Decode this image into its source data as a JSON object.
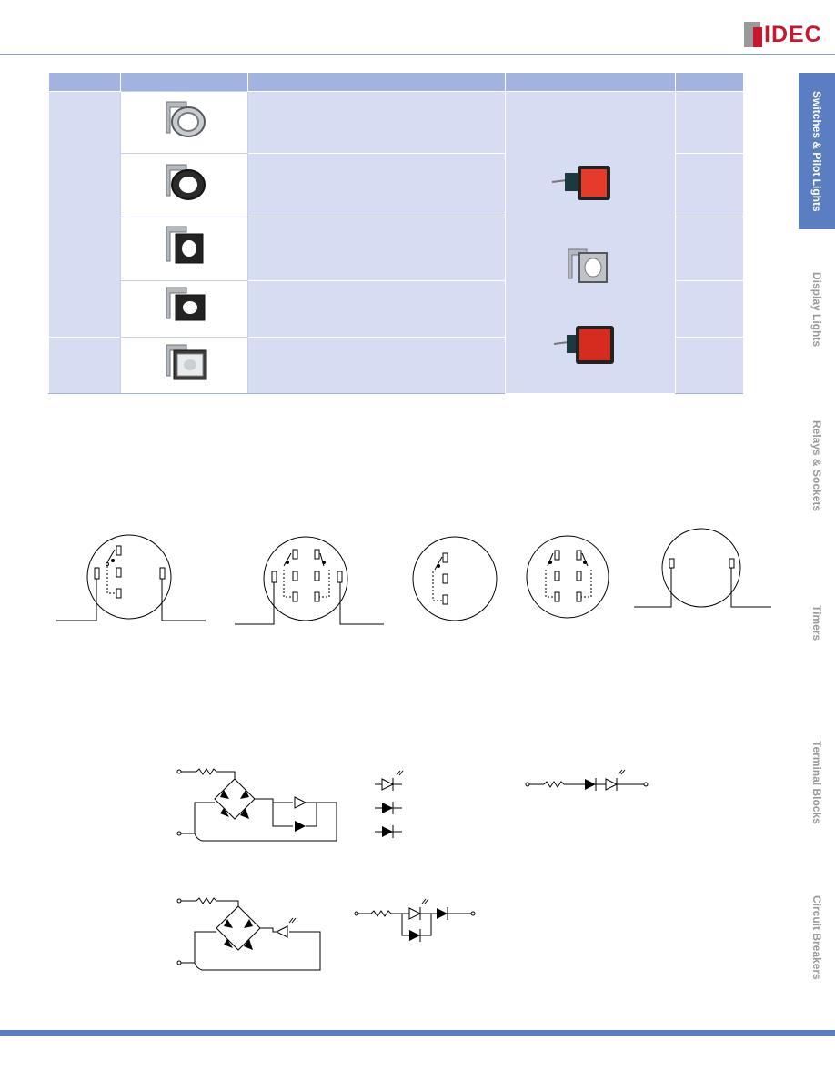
{
  "brand": {
    "logo_text": "IDEC",
    "accent": "#5b7ec3",
    "logo_color": "#c8182d"
  },
  "side_tabs": [
    {
      "label": "Switches & Pilot Lights",
      "active": true
    },
    {
      "label": "Display Lights",
      "active": false
    },
    {
      "label": "Relays & Sockets",
      "active": false
    },
    {
      "label": "Timers",
      "active": false
    },
    {
      "label": "Terminal Blocks",
      "active": false
    },
    {
      "label": "Circuit Breakers",
      "active": false
    }
  ],
  "accessory_table": {
    "header_cells": [
      "",
      "",
      "",
      "",
      ""
    ],
    "rows": [
      {
        "image": "round-bezel-chrome-photo"
      },
      {
        "image": "round-bezel-black-photo"
      },
      {
        "image": "square-bezel-black-photo"
      },
      {
        "image": "rectangular-bezel-black-photo"
      },
      {
        "image": "rectangular-bezel-clear-cover-photo"
      }
    ],
    "mounting_images": [
      "square-red-pushbutton-photo",
      "square-bezel-photo",
      "rectangular-red-pushbutton-photo"
    ]
  }
}
